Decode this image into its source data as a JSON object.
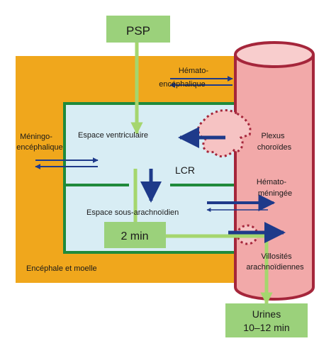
{
  "psp": "PSP",
  "hemato_encephalique": [
    "Hémato-",
    "encéphalique"
  ],
  "meningo_encephalique": [
    "Méningo-",
    "encéphalique"
  ],
  "espace_ventriculaire": "Espace ventriculaire",
  "lcr": "LCR",
  "espace_sous_arachnoidien": "Espace sous-arachnoïdien",
  "two_min": "2 min",
  "encephale_moelle": "Encéphale et moelle",
  "plexus_choroides": [
    "Plexus",
    "choroïdes"
  ],
  "hemato_meningee": [
    "Hémato-",
    "méningée"
  ],
  "villosites": [
    "Villosités",
    "arachnoïdiennes"
  ],
  "urines": [
    "Urines",
    "10–12 min"
  ],
  "colors": {
    "orange": "#f0a71c",
    "csf_blue": "#d8edf4",
    "green_border": "#1f8a3b",
    "light_green": "#9bd17b",
    "green_arrow": "#a5d66e",
    "vessel_pink": "#f2a9a9",
    "vessel_stroke": "#a5263b",
    "arrow_blue": "#1e3a8a"
  }
}
